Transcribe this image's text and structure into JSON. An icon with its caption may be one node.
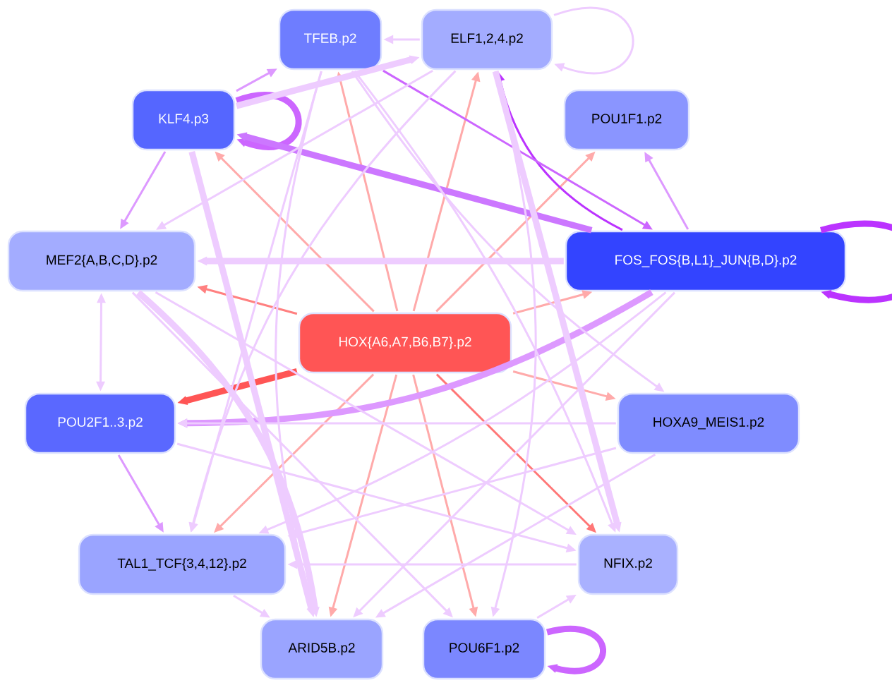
{
  "diagram": {
    "nodes": [
      {
        "text": [
          "TFEB.p2"
        ]
      },
      {
        "text": [
          "ELF1,2,4.p2"
        ]
      },
      {
        "text": [
          "KLF4.p3"
        ]
      },
      {
        "text": [
          "POU1F1.p2"
        ]
      },
      {
        "text": [
          "MEF2{A,B,C,D}.p2"
        ]
      },
      {
        "text": [
          "FOS_FOS{B,L1}_JUN{B,D}.p2"
        ]
      },
      {
        "text": [
          "HOX{A6,A7,B6,B7}.p2"
        ]
      },
      {
        "text": [
          "POU2F1..3.p2"
        ]
      },
      {
        "text": [
          "HOXA9_MEIS1.p2"
        ]
      },
      {
        "text": [
          "TAL1_TCF{3,4,12}.p2"
        ]
      },
      {
        "text": [
          "NFIX.p2"
        ]
      },
      {
        "text": [
          "ARID5B.p2"
        ]
      },
      {
        "text": [
          "POU6F1.p2"
        ]
      }
    ],
    "edges": [
      {
        "from": 6,
        "to": 0,
        "arrow": "to",
        "color": "#ffaaaa"
      },
      {
        "from": 6,
        "to": 1,
        "arrow": "to",
        "color": "#ffaaaa"
      },
      {
        "from": 6,
        "to": 2,
        "arrow": "to",
        "color": "#ffaaaa"
      },
      {
        "from": 6,
        "to": 3,
        "arrow": "to",
        "color": "#ffaaaa"
      },
      {
        "from": 6,
        "to": 4,
        "arrow": "to",
        "color": "#ff8080"
      },
      {
        "from": 6,
        "to": 5,
        "arrow": "to",
        "color": "#ffaaaa"
      },
      {
        "from": 6,
        "to": 7,
        "arrow": "to",
        "color": "#ff5555",
        "style": "thick"
      },
      {
        "from": 6,
        "to": 8,
        "arrow": "to",
        "color": "#ffaaaa"
      },
      {
        "from": 6,
        "to": 9,
        "arrow": "to",
        "color": "#ffaaaa"
      },
      {
        "from": 6,
        "to": 10,
        "arrow": "to",
        "color": "#ff7777"
      },
      {
        "from": 6,
        "to": 11,
        "arrow": "to",
        "color": "#ffaaaa"
      },
      {
        "from": 6,
        "to": 12,
        "arrow": "to",
        "color": "#ffaaaa"
      },
      {
        "from": 1,
        "to": 0,
        "arrow": "to"
      },
      {
        "from": 1,
        "to": 1,
        "arrow": "to"
      },
      {
        "from": 2,
        "to": 2,
        "arrow": "to",
        "color": "#cc66ff",
        "style": "thick"
      },
      {
        "from": 5,
        "to": 5,
        "arrow": "to",
        "color": "#bb33ff",
        "style": "thick"
      },
      {
        "from": 12,
        "to": 12,
        "arrow": "to",
        "color": "#cc66ff",
        "style": "thick"
      },
      {
        "from": 2,
        "to": 0,
        "arrow": "to",
        "color": "#dd99ff"
      },
      {
        "from": 2,
        "to": 4,
        "arrow": "to",
        "color": "#dd99ff"
      },
      {
        "from": 5,
        "to": 3,
        "arrow": "to",
        "color": "#dd99ff"
      },
      {
        "from": 5,
        "to": 1,
        "arrow": "to",
        "color": "#bb33ff"
      },
      {
        "from": 5,
        "to": 2,
        "arrow": "to",
        "color": "#cc77ff",
        "style": "thick"
      },
      {
        "from": 0,
        "to": 5,
        "arrow": "to",
        "color": "#cc66ff"
      },
      {
        "from": 2,
        "to": 1,
        "arrow": "to",
        "style": "thick"
      },
      {
        "from": 4,
        "to": 7,
        "arrow": "both"
      },
      {
        "from": 7,
        "to": 9,
        "arrow": "to",
        "color": "#dd99ff"
      },
      {
        "from": 9,
        "to": 11,
        "arrow": "to"
      },
      {
        "from": 12,
        "to": 10,
        "arrow": "to"
      },
      {
        "from": 1,
        "to": 4,
        "arrow": "to"
      },
      {
        "from": 5,
        "to": 4,
        "arrow": "to",
        "style": "thick"
      },
      {
        "from": 8,
        "to": 9,
        "arrow": "to"
      },
      {
        "from": 5,
        "to": 7,
        "arrow": "to",
        "color": "#dd99ff",
        "style": "thick"
      },
      {
        "from": 8,
        "to": 7,
        "arrow": "to"
      },
      {
        "from": 5,
        "to": 9,
        "arrow": "to"
      },
      {
        "from": 10,
        "to": 9,
        "arrow": "to"
      },
      {
        "from": 0,
        "to": 10,
        "arrow": "to"
      },
      {
        "from": 1,
        "to": 10,
        "arrow": "to",
        "style": "thick"
      },
      {
        "from": 0,
        "to": 11,
        "arrow": "to"
      },
      {
        "from": 1,
        "to": 9,
        "arrow": "to"
      },
      {
        "from": 2,
        "to": 11,
        "arrow": "to",
        "style": "thick"
      },
      {
        "from": 4,
        "to": 12,
        "arrow": "to"
      },
      {
        "from": 5,
        "to": 11,
        "arrow": "to"
      },
      {
        "from": 8,
        "to": 11,
        "arrow": "to"
      },
      {
        "from": 0,
        "to": 8,
        "arrow": "to"
      },
      {
        "from": 1,
        "to": 12,
        "arrow": "to"
      },
      {
        "from": 4,
        "to": 10,
        "arrow": "to"
      },
      {
        "from": 7,
        "to": 10,
        "arrow": "to"
      },
      {
        "from": 0,
        "to": 9,
        "arrow": "to"
      },
      {
        "from": 4,
        "to": 11,
        "arrow": "to",
        "style": "thick"
      }
    ]
  }
}
